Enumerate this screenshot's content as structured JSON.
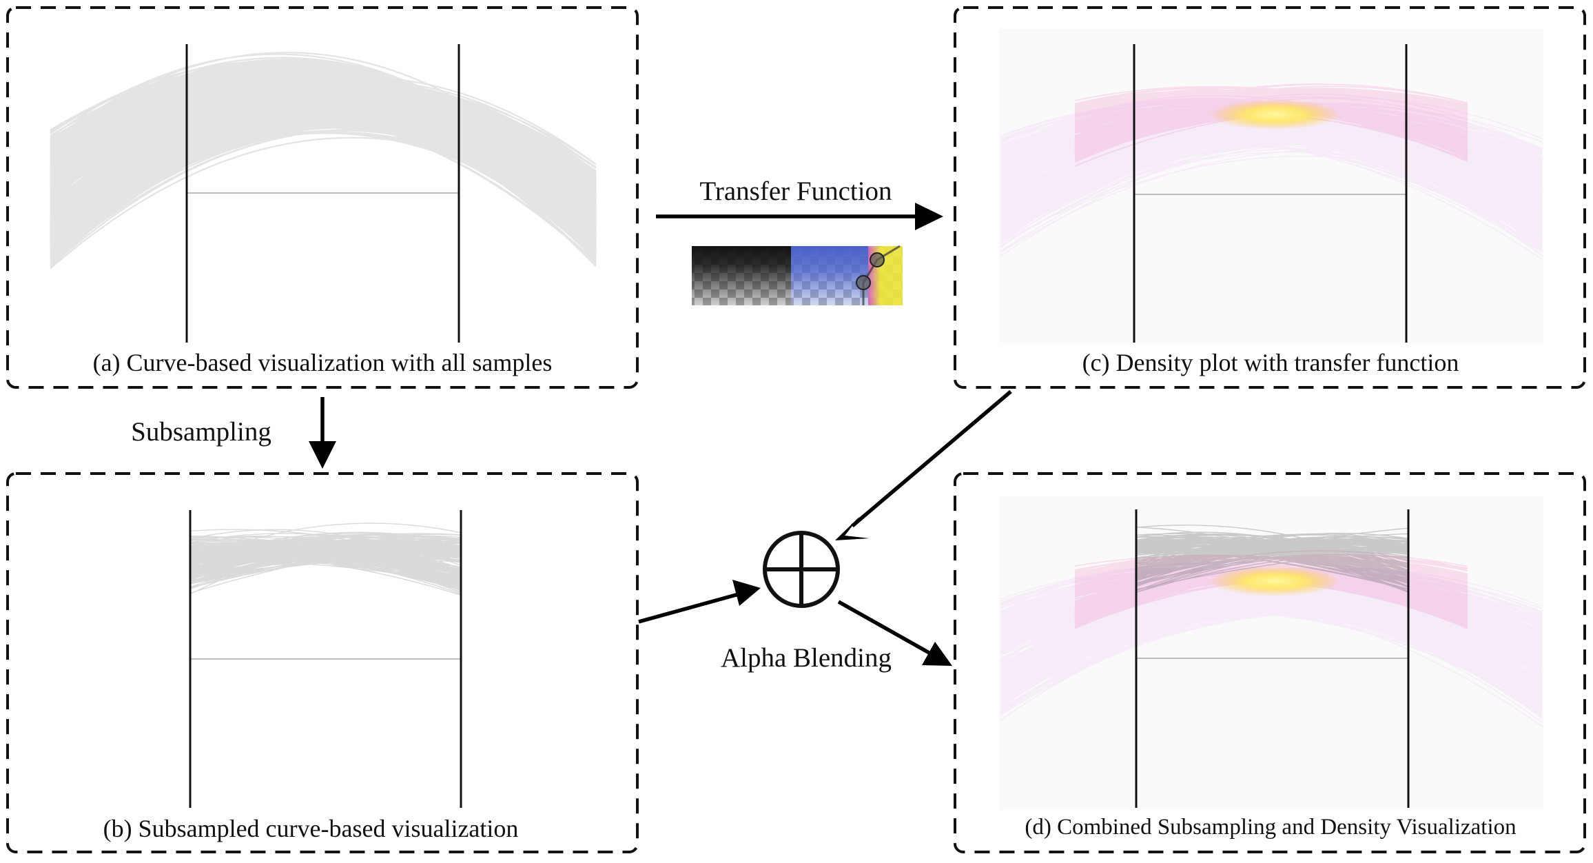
{
  "panels": {
    "a": {
      "caption": "(a) Curve-based visualization with all samples"
    },
    "b": {
      "caption": "(b) Subsampled curve-based visualization"
    },
    "c": {
      "caption": "(c) Density plot with transfer function"
    },
    "d": {
      "caption": "(d) Combined Subsampling and Density Visualization"
    }
  },
  "labels": {
    "transfer_function": "Transfer Function",
    "subsampling": "Subsampling",
    "alpha_blending": "Alpha Blending"
  },
  "transfer_function_colors": [
    "#141414",
    "#4a62c8",
    "#e9e23a"
  ],
  "colors": {
    "curves_dark": "#3e3e3e",
    "curves_light": "#8c8c8c",
    "density_low": "#d68ae6",
    "density_mid": "#e8389d",
    "density_high": "#fff27a",
    "panel_border": "#111111"
  },
  "icons": {
    "blend_operator": "circled-plus-icon"
  }
}
